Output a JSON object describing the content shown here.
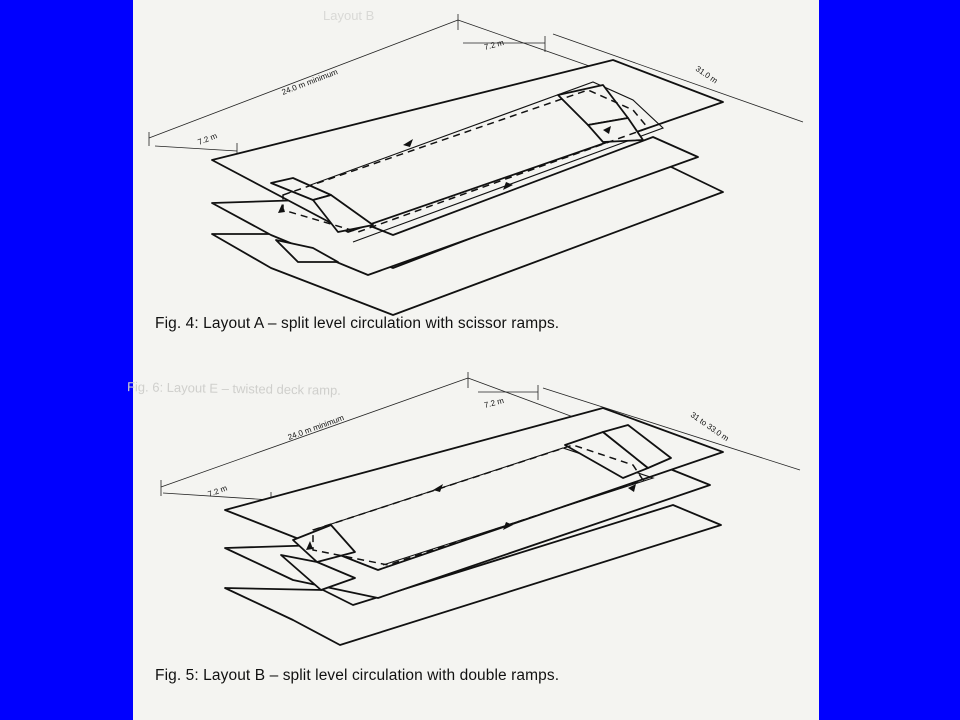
{
  "figures": [
    {
      "caption": "Fig. 4: Layout A – split level circulation with scissor ramps.",
      "dimensions": {
        "length": "24.0 m minimum",
        "depth": "31.0 m",
        "bay_left": "7.2 m",
        "bay_right": "7.2 m"
      }
    },
    {
      "caption": "Fig. 5: Layout B – split level circulation with double ramps.",
      "dimensions": {
        "length": "24.0 m minimum",
        "depth": "31 to 33.0 m",
        "bay_left": "7.2 m",
        "bay_right": "7.2 m"
      }
    }
  ],
  "bleed_through": {
    "text_1": "Fig. 6: Layout E – twisted deck ramp.",
    "text_2": "Layout B"
  },
  "colors": {
    "background": "#0000ff",
    "paper": "#f4f4f1",
    "ink": "#111111"
  }
}
